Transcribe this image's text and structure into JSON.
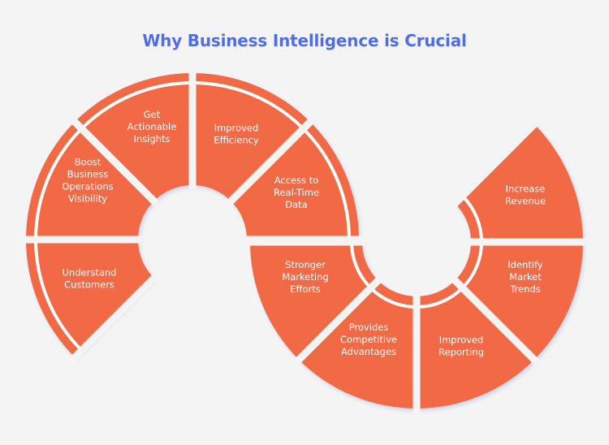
{
  "title": "Why Business Intelligence is Crucial",
  "colors": {
    "title": "#4f6ee6",
    "segment": "#f26a45",
    "ring": "#ffffff",
    "background": "#f4f4f5"
  },
  "segments": [
    {
      "name": "understand-customers",
      "lines": [
        "Understand",
        "Customers"
      ]
    },
    {
      "name": "boost-business-operations-visibility",
      "lines": [
        "Boost",
        "Business",
        "Operations",
        "Visibility"
      ]
    },
    {
      "name": "get-actionable-insights",
      "lines": [
        "Get",
        "Actionable",
        "Insights"
      ]
    },
    {
      "name": "improved-efficiency",
      "lines": [
        "Improved",
        "Efficiency"
      ]
    },
    {
      "name": "access-to-real-time-data",
      "lines": [
        "Access to",
        "Real-Time",
        "Data"
      ]
    },
    {
      "name": "stronger-marketing-efforts",
      "lines": [
        "Stronger",
        "Marketing",
        "Efforts"
      ]
    },
    {
      "name": "provides-competitive-advantages",
      "lines": [
        "Provides",
        "Competitive",
        "Advantages"
      ]
    },
    {
      "name": "improved-reporting",
      "lines": [
        "Improved",
        "Reporting"
      ]
    },
    {
      "name": "identify-market-trends",
      "lines": [
        "Identify",
        "Market",
        "Trends"
      ]
    },
    {
      "name": "increase-revenue",
      "lines": [
        "Increase",
        "Revenue"
      ]
    }
  ]
}
